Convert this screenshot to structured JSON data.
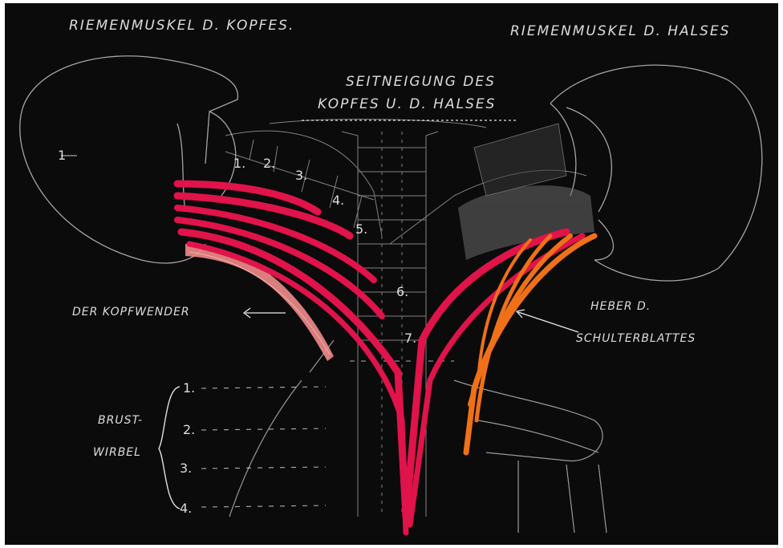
{
  "titles": {
    "left": "RIEMENMUSKEL D. KOPFES.",
    "right": "RIEMENMUSKEL D. HALSES",
    "center_line1": "SEITNEIGUNG DES",
    "center_line2": "KOPFES U. D. HALSES"
  },
  "labels": {
    "sternocleido": "DER KOPFWENDER",
    "levator_line1": "HEBER D.",
    "levator_line2": "SCHULTERBLATTES",
    "thoracic_line1": "BRUST-",
    "thoracic_line2": "WIRBEL"
  },
  "cervical_numbers": [
    "1",
    "1.",
    "2.",
    "3.",
    "4.",
    "5.",
    "6.",
    "7."
  ],
  "thoracic_numbers": [
    "1.",
    "2.",
    "3.",
    "4."
  ],
  "colors": {
    "board": "#0b0b0b",
    "chalk": "#ececec",
    "splenius_red": "#e0134a",
    "levator_orange": "#f07018",
    "sternocleido_pink": "#f08a8a"
  }
}
